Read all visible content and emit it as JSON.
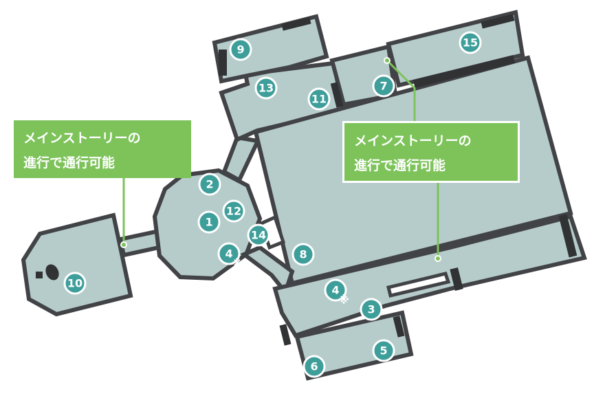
{
  "map": {
    "markers": [
      {
        "label": "1"
      },
      {
        "label": "2"
      },
      {
        "label": "3"
      },
      {
        "label": "4"
      },
      {
        "label": "4"
      },
      {
        "label": "5"
      },
      {
        "label": "6"
      },
      {
        "label": "7"
      },
      {
        "label": "8"
      },
      {
        "label": "9"
      },
      {
        "label": "10"
      },
      {
        "label": "11"
      },
      {
        "label": "12"
      },
      {
        "label": "13"
      },
      {
        "label": "14"
      },
      {
        "label": "15"
      }
    ],
    "marker_suffix": "※",
    "notes": [
      {
        "line1": "メインストーリーの",
        "line2": "進行で通行可能"
      },
      {
        "line1": "メインストーリーの",
        "line2": "進行で通行可能"
      }
    ],
    "colors": {
      "floor": "#b6cccb",
      "wall": "#424346",
      "marker": "#3d9e9a",
      "note": "#7dc35a"
    }
  }
}
